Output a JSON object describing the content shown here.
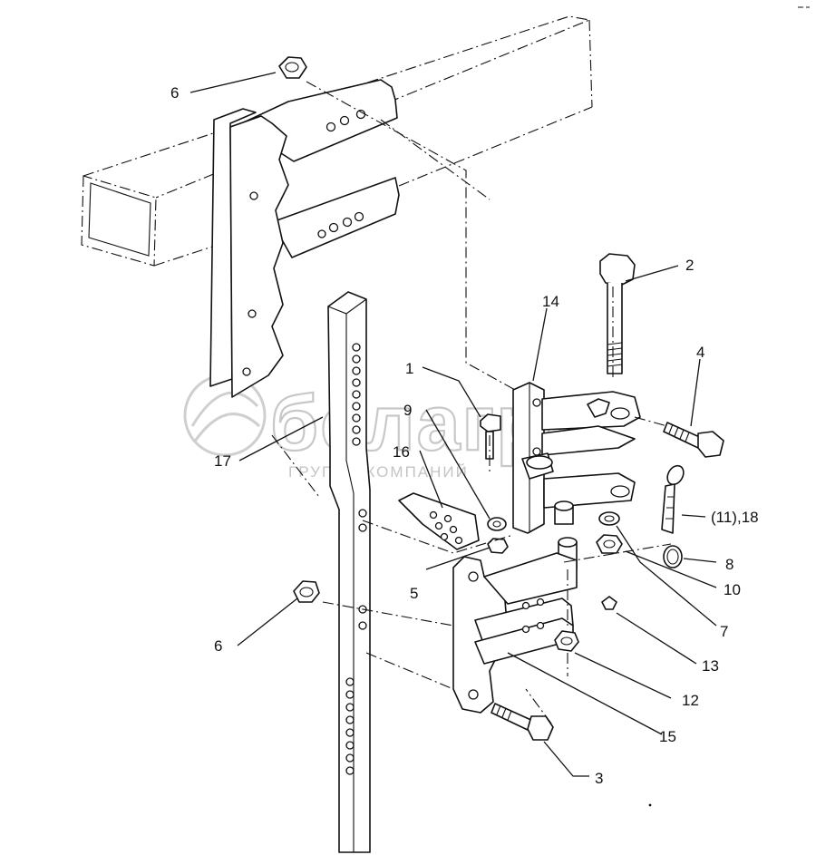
{
  "watermark": {
    "brand": "белагро",
    "subtitle": "ГРУППА КОМПАНИЙ"
  },
  "callouts": [
    {
      "id": "callout-6-top",
      "label": "6"
    },
    {
      "id": "callout-2",
      "label": "2"
    },
    {
      "id": "callout-14",
      "label": "14"
    },
    {
      "id": "callout-4",
      "label": "4"
    },
    {
      "id": "callout-1",
      "label": "1"
    },
    {
      "id": "callout-9",
      "label": "9"
    },
    {
      "id": "callout-16",
      "label": "16"
    },
    {
      "id": "callout-17",
      "label": "17"
    },
    {
      "id": "callout-11-18",
      "label": "(11),18"
    },
    {
      "id": "callout-5",
      "label": "5"
    },
    {
      "id": "callout-8",
      "label": "8"
    },
    {
      "id": "callout-10",
      "label": "10"
    },
    {
      "id": "callout-7",
      "label": "7"
    },
    {
      "id": "callout-6-bottom",
      "label": "6"
    },
    {
      "id": "callout-13",
      "label": "13"
    },
    {
      "id": "callout-12",
      "label": "12"
    },
    {
      "id": "callout-15",
      "label": "15"
    },
    {
      "id": "callout-3",
      "label": "3"
    }
  ]
}
